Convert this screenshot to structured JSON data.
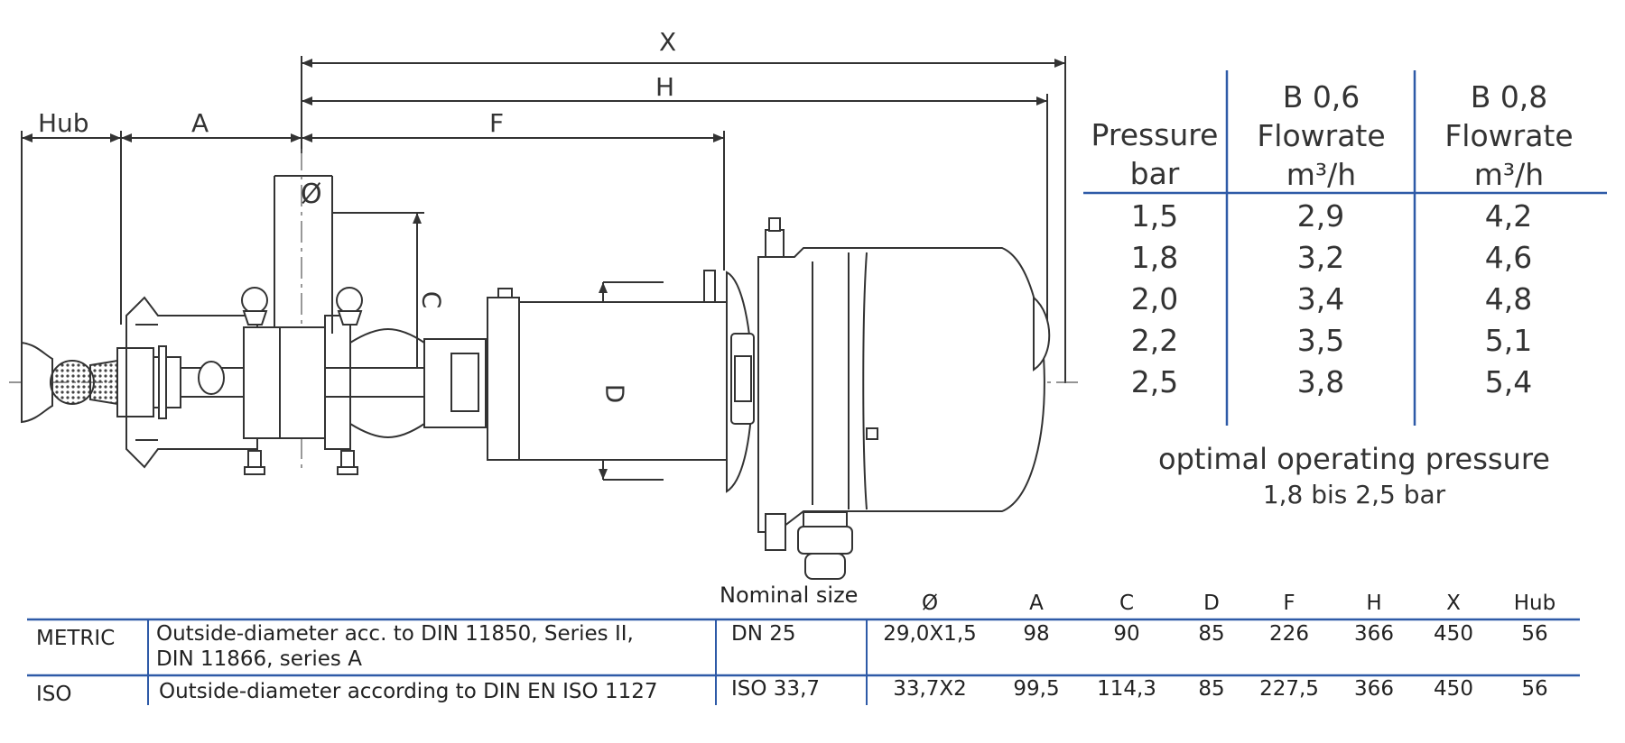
{
  "dimension_labels": {
    "x": "X",
    "h": "H",
    "hub": "Hub",
    "a": "A",
    "f": "F",
    "diameter": "Ø",
    "c": "C",
    "d": "D"
  },
  "pressure_table": {
    "headers": {
      "pressure": [
        "Pressure",
        "bar"
      ],
      "b06": [
        "B 0,6",
        "Flowrate",
        "m³/h"
      ],
      "b08": [
        "B 0,8",
        "Flowrate",
        "m³/h"
      ]
    },
    "rows": [
      {
        "pressure": "1,5",
        "b06": "2,9",
        "b08": "4,2"
      },
      {
        "pressure": "1,8",
        "b06": "3,2",
        "b08": "4,6"
      },
      {
        "pressure": "2,0",
        "b06": "3,4",
        "b08": "4,8"
      },
      {
        "pressure": "2,2",
        "b06": "3,5",
        "b08": "5,1"
      },
      {
        "pressure": "2,5",
        "b06": "3,8",
        "b08": "5,4"
      }
    ],
    "note_title": "optimal operating pressure",
    "note_range": "1,8 bis 2,5 bar"
  },
  "size_table": {
    "nominal_header": "Nominal size",
    "columns": [
      "Ø",
      "A",
      "C",
      "D",
      "F",
      "H",
      "X",
      "Hub"
    ],
    "rows": [
      {
        "standard": "METRIC",
        "description": [
          "Outside-diameter acc. to DIN 11850, Series II,",
          "DIN 11866, series A"
        ],
        "nominal": "DN 25",
        "values": [
          "29,0X1,5",
          "98",
          "90",
          "85",
          "226",
          "366",
          "450",
          "56"
        ]
      },
      {
        "standard": "ISO",
        "description": [
          "Outside-diameter according to DIN EN ISO 1127"
        ],
        "nominal": "ISO 33,7",
        "values": [
          "33,7X2",
          "99,5",
          "114,3",
          "85",
          "227,5",
          "366",
          "450",
          "56"
        ]
      }
    ]
  },
  "colors": {
    "rule_blue": "#2e5aa7",
    "line_dark": "#333333",
    "text": "#333333"
  }
}
